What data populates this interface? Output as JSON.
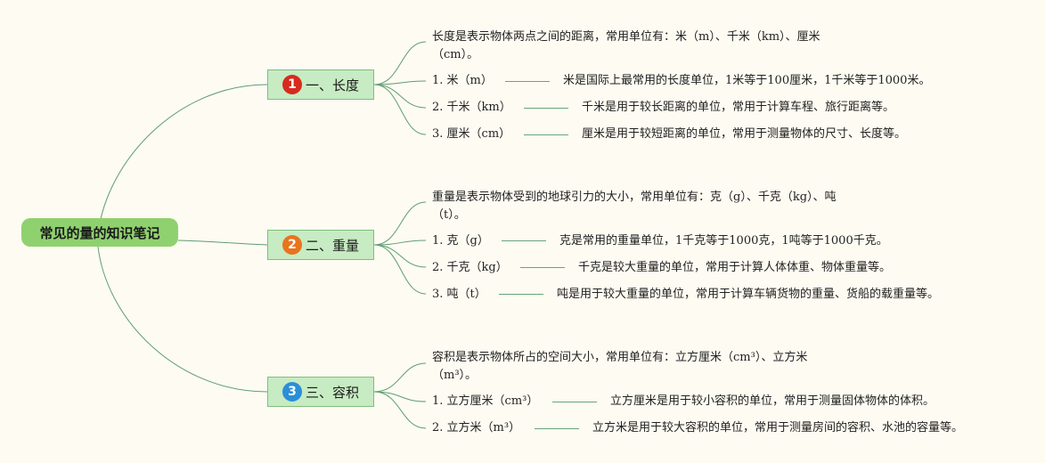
{
  "root": {
    "label": "常见的量的知识笔记"
  },
  "branches": [
    {
      "number": "1",
      "badge_color": "#d62b1f",
      "label": "一、长度",
      "definition_line1": "长度是表示物体两点之间的距离，常用单位有：米（m）、千米（km）、厘米",
      "definition_line2": "（cm）。",
      "items": [
        {
          "term": "1. 米（m）",
          "desc": "米是国际上最常用的长度单位，1米等于100厘米，1千米等于1000米。"
        },
        {
          "term": "2. 千米（km）",
          "desc": "千米是用于较长距离的单位，常用于计算车程、旅行距离等。"
        },
        {
          "term": "3. 厘米（cm）",
          "desc": "厘米是用于较短距离的单位，常用于测量物体的尺寸、长度等。"
        }
      ]
    },
    {
      "number": "2",
      "badge_color": "#e8741e",
      "label": "二、重量",
      "definition_line1": "重量是表示物体受到的地球引力的大小，常用单位有：克（g）、千克（kg）、吨",
      "definition_line2": "（t）。",
      "items": [
        {
          "term": "1. 克（g）",
          "desc": "克是常用的重量单位，1千克等于1000克，1吨等于1000千克。"
        },
        {
          "term": "2. 千克（kg）",
          "desc": "千克是较大重量的单位，常用于计算人体体重、物体重量等。"
        },
        {
          "term": "3. 吨（t）",
          "desc": "吨是用于较大重量的单位，常用于计算车辆货物的重量、货船的载重量等。"
        }
      ]
    },
    {
      "number": "3",
      "badge_color": "#2a8fd6",
      "label": "三、容积",
      "definition_line1": "容积是表示物体所占的空间大小，常用单位有：立方厘米（cm³）、立方米",
      "definition_line2": "（m³）。",
      "items": [
        {
          "term": "1. 立方厘米（cm³）",
          "desc": "立方厘米是用于较小容积的单位，常用于测量固体物体的体积。"
        },
        {
          "term": "2. 立方米（m³）",
          "desc": "立方米是用于较大容积的单位，常用于测量房间的容积、水池的容量等。"
        }
      ]
    }
  ],
  "colors": {
    "background": "#fdfbf2",
    "root_fill": "#8fd16f",
    "branch_fill": "#c7ebc2",
    "connector": "#5f9d72"
  }
}
